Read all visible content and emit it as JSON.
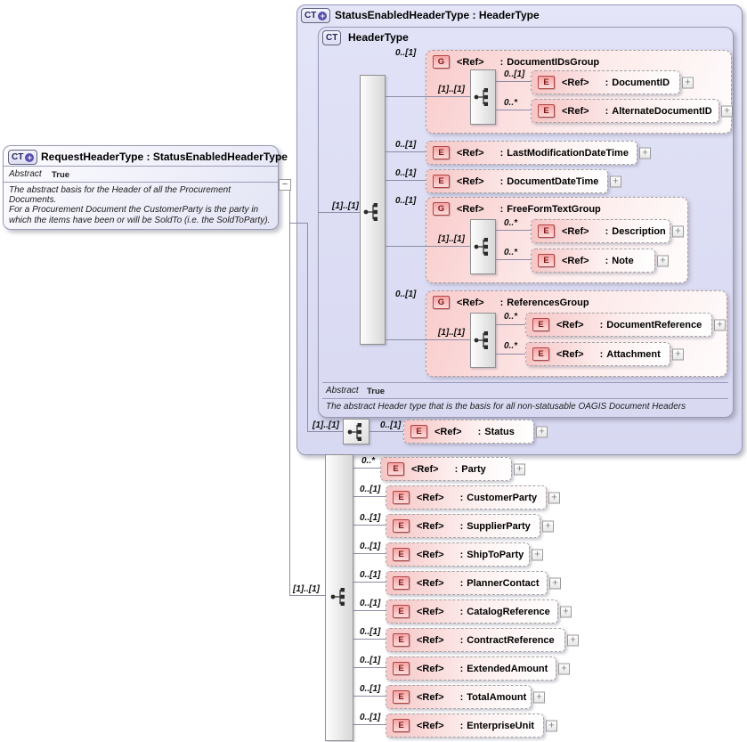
{
  "badges": {
    "ct": "CT",
    "element": "E",
    "group": "G",
    "plus": "+",
    "minus": "−",
    "ref": "<Ref>",
    "colon": ":"
  },
  "left_box": {
    "title": "RequestHeaderType : StatusEnabledHeaderType",
    "abstract_label": "Abstract",
    "abstract_value": "True",
    "description_1": "The abstract basis for the Header of all the Procurement Documents.",
    "description_2": "For a Procurement Document the CustomerParty is the party in which the items have been or will be SoldTo (i.e. the SoldToParty)."
  },
  "status_enabled_box": {
    "title": "StatusEnabledHeaderType : HeaderType"
  },
  "header_type_box": {
    "title": "HeaderType",
    "card": "[1]..[1]",
    "abstract_label": "Abstract",
    "abstract_value": "True",
    "annotation": "The abstract Header type that is the basis for all non-statusable OAGIS Document Headers"
  },
  "groups": {
    "document_ids": {
      "card": "0..[1]",
      "inner_card": "[1]..[1]",
      "name": "DocumentIDsGroup"
    },
    "free_form_text": {
      "card": "0..[1]",
      "inner_card": "[1]..[1]",
      "name": "FreeFormTextGroup"
    },
    "references": {
      "card": "0..[1]",
      "inner_card": "[1]..[1]",
      "name": "ReferencesGroup"
    }
  },
  "elements": {
    "document_id": {
      "card": "0..[1]",
      "name": "DocumentID"
    },
    "alternate_document_id": {
      "card": "0..*",
      "name": "AlternateDocumentID"
    },
    "last_modification_date_time": {
      "card": "0..[1]",
      "name": "LastModificationDateTime"
    },
    "document_date_time": {
      "card": "0..[1]",
      "name": "DocumentDateTime"
    },
    "description": {
      "card": "0..*",
      "name": "Description"
    },
    "note": {
      "card": "0..*",
      "name": "Note"
    },
    "document_reference": {
      "card": "0..*",
      "name": "DocumentReference"
    },
    "attachment": {
      "card": "0..*",
      "name": "Attachment"
    },
    "status": {
      "card": "0..[1]",
      "seq_card": "[1]..[1]",
      "name": "Status"
    }
  },
  "request_sequence": {
    "card": "[1]..[1]",
    "items": [
      {
        "card": "0..*",
        "name": "Party"
      },
      {
        "card": "0..[1]",
        "name": "CustomerParty"
      },
      {
        "card": "0..[1]",
        "name": "SupplierParty"
      },
      {
        "card": "0..[1]",
        "name": "ShipToParty"
      },
      {
        "card": "0..[1]",
        "name": "PlannerContact"
      },
      {
        "card": "0..[1]",
        "name": "CatalogReference"
      },
      {
        "card": "0..[1]",
        "name": "ContractReference"
      },
      {
        "card": "0..[1]",
        "name": "ExtendedAmount"
      },
      {
        "card": "0..[1]",
        "name": "TotalAmount"
      },
      {
        "card": "0..[1]",
        "name": "EnterpriseUnit"
      }
    ]
  },
  "colors": {
    "lavender": "#dcddf6",
    "pink": "#f7c6c6",
    "badge_border": "#b24343",
    "line": "#8c8ca4"
  }
}
